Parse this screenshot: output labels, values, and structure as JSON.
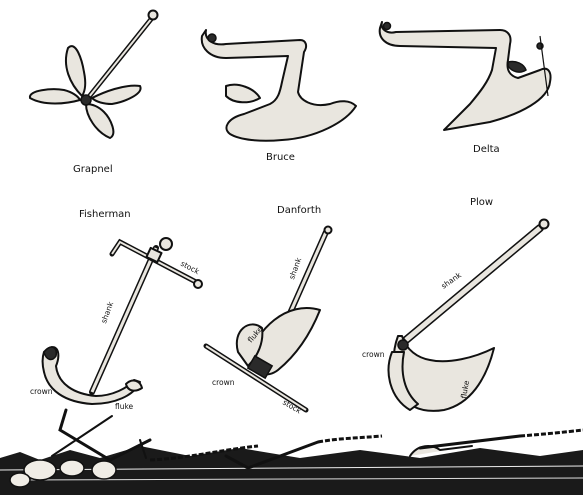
{
  "anchors": {
    "grapnel": {
      "title": "Grapnel"
    },
    "bruce": {
      "title": "Bruce"
    },
    "delta": {
      "title": "Delta"
    },
    "fisherman": {
      "title": "Fisherman",
      "parts": {
        "stock": "stock",
        "shank": "shank",
        "crown": "crown",
        "fluke": "fluke"
      }
    },
    "danforth": {
      "title": "Danforth",
      "parts": {
        "shank": "shank",
        "fluke": "fluke",
        "crown": "crown",
        "stock": "stock"
      }
    },
    "plow": {
      "title": "Plow",
      "parts": {
        "shank": "shank",
        "crown": "crown",
        "fluke": "fluke"
      }
    }
  }
}
